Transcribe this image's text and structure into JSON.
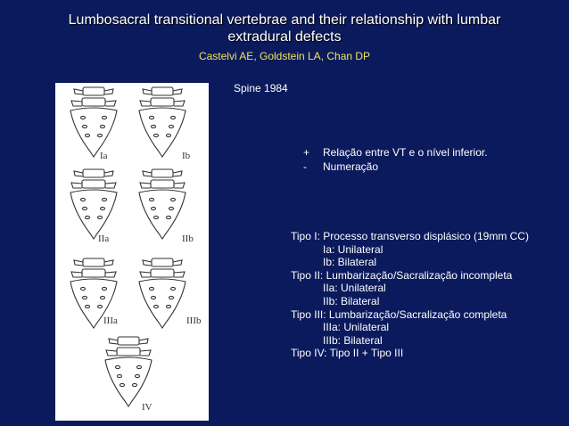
{
  "slide": {
    "title": "Lumbosacral transitional vertebrae and their relationship with lumbar extradural defects",
    "authors": "Castelvi AE, Goldstein LA, Chan DP",
    "journal": "Spine 1984",
    "colors": {
      "background": "#0a1a5c",
      "authors": "#f2e45a",
      "text": "#ffffff"
    }
  },
  "figure": {
    "labels": [
      "Ia",
      "Ib",
      "IIa",
      "IIb",
      "IIIa",
      "IIIb",
      "IV"
    ]
  },
  "bullets": [
    {
      "symbol": "+",
      "text": "Relação entre VT e o nível inferior."
    },
    {
      "symbol": "-",
      "text": "Numeração"
    }
  ],
  "types": [
    {
      "text": "Tipo I: Processo transverso displásico (19mm CC)",
      "indent": false
    },
    {
      "text": "Ia: Unilateral",
      "indent": true
    },
    {
      "text": "Ib: Bilateral",
      "indent": true
    },
    {
      "text": "Tipo II: Lumbarização/Sacralização incompleta",
      "indent": false
    },
    {
      "text": "IIa: Unilateral",
      "indent": true
    },
    {
      "text": "IIb: Bilateral",
      "indent": true
    },
    {
      "text": "Tipo III: Lumbarização/Sacralização completa",
      "indent": false
    },
    {
      "text": "IIIa: Unilateral",
      "indent": true
    },
    {
      "text": "IIIb: Bilateral",
      "indent": true
    },
    {
      "text": "Tipo IV: Tipo II + Tipo III",
      "indent": false
    }
  ]
}
